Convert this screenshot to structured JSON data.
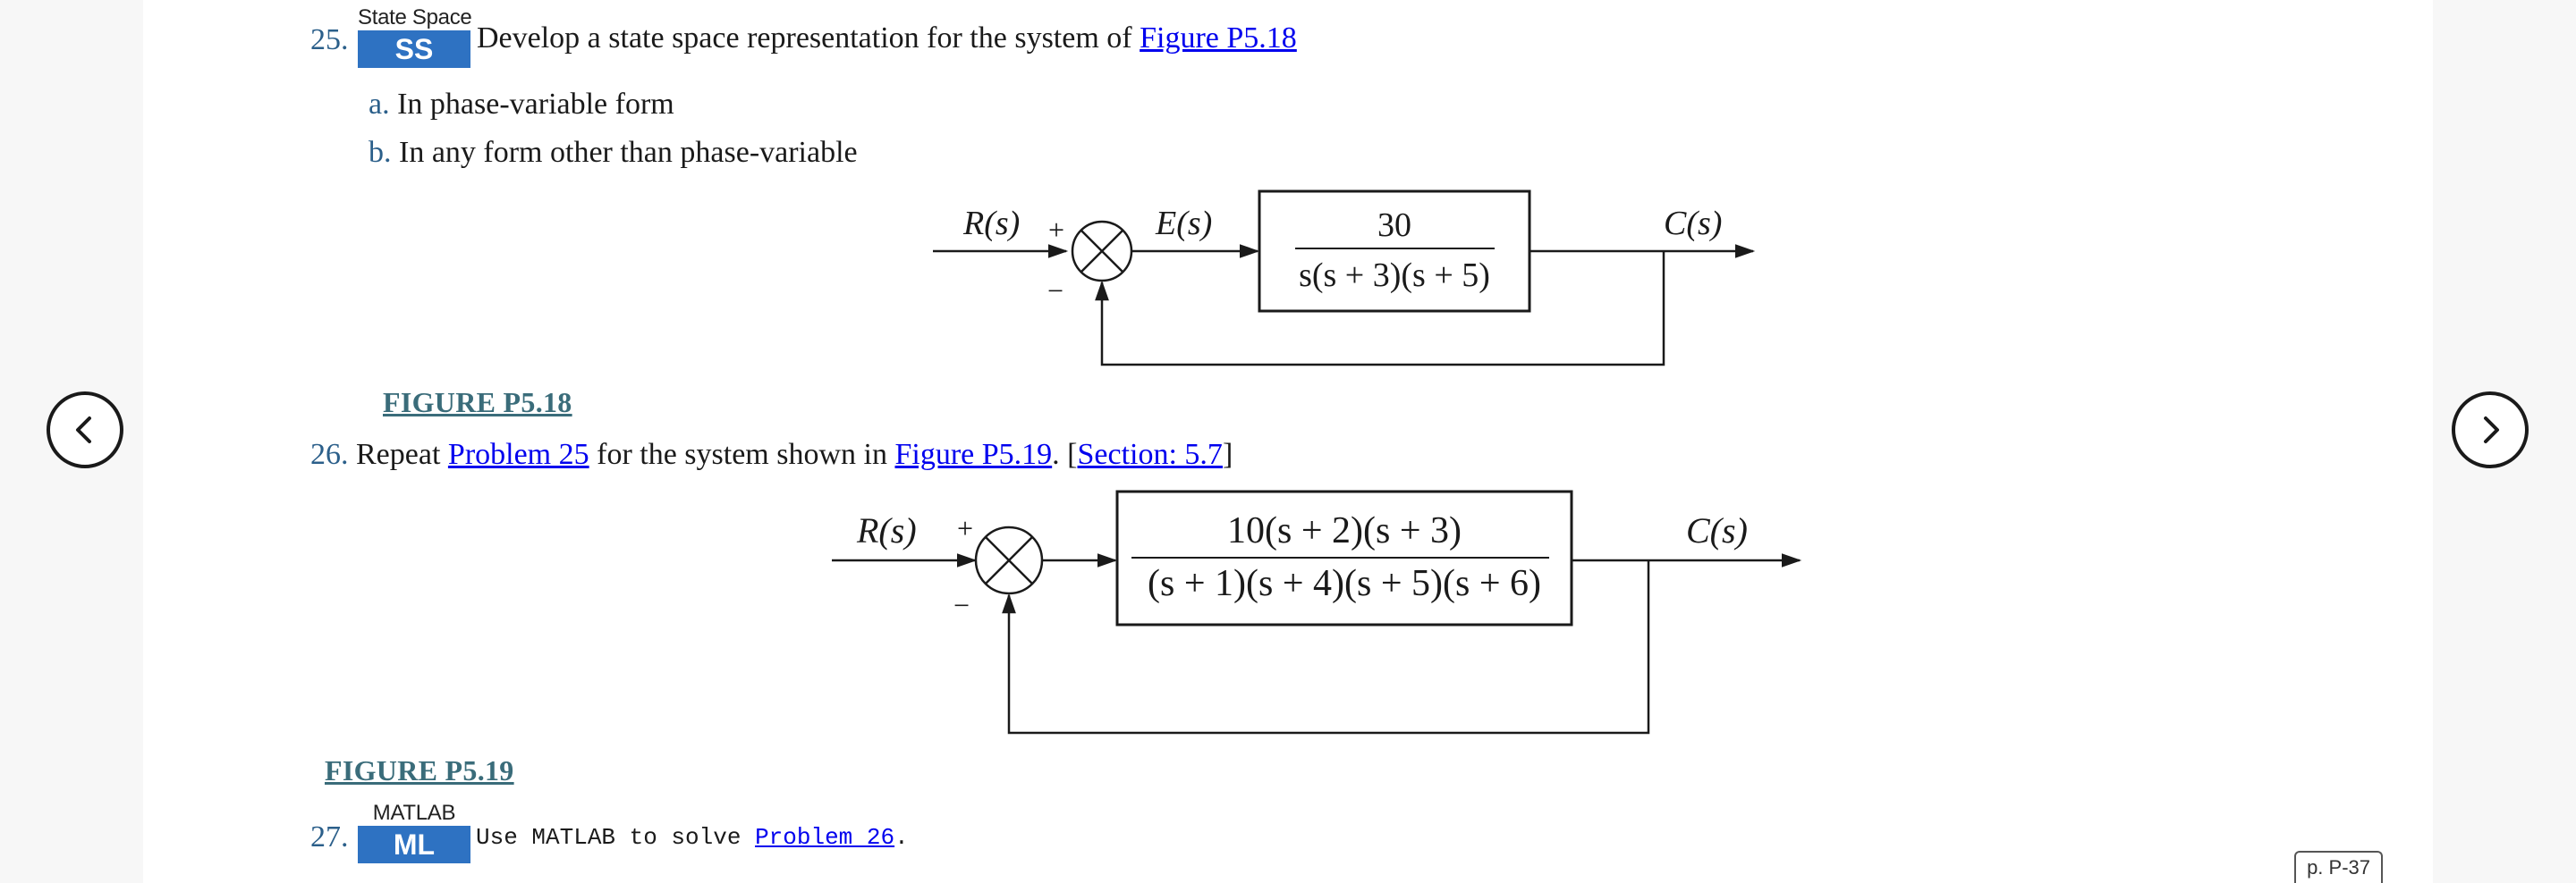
{
  "problem25": {
    "number": "25.",
    "badge_label": "State Space",
    "badge_code": "SS",
    "text": "Develop a state space representation for the system of ",
    "link": "Figure P5.18",
    "part_a_letter": "a.",
    "part_a_text": "In phase-variable form",
    "part_b_letter": "b.",
    "part_b_text": "In any form other than phase-variable"
  },
  "figure_p5_18": {
    "caption": "FIGURE P5.18",
    "input_label": "R(s)",
    "error_label": "E(s)",
    "output_label": "C(s)",
    "plus_sign": "+",
    "minus_sign": "−",
    "numerator": "30",
    "denominator": "s(s + 3)(s + 5)"
  },
  "problem26": {
    "number": "26.",
    "text_1": "Repeat ",
    "link_problem": "Problem 25",
    "text_2": " for the system shown in ",
    "link_figure": "Figure P5.19",
    "text_3": ". [",
    "link_section": "Section: 5.7",
    "text_4": "]"
  },
  "figure_p5_19": {
    "caption": "FIGURE P5.19",
    "input_label": "R(s)",
    "output_label": "C(s)",
    "plus_sign": "+",
    "minus_sign": "−",
    "numerator": "10(s + 2)(s + 3)",
    "denominator": "(s + 1)(s + 4)(s + 5)(s + 6)"
  },
  "problem27": {
    "number": "27.",
    "badge_label": "MATLAB",
    "badge_code": "ML",
    "text": "Use MATLAB to solve ",
    "link": "Problem 26",
    "text_end": "."
  },
  "navigation": {
    "prev_icon": "chevron-left-icon",
    "next_icon": "chevron-right-icon"
  },
  "page_label": "p. P-37",
  "colors": {
    "badge_blue": "#2e72c2",
    "number_blue": "#2b5f8a",
    "caption_teal": "#3a6c7a",
    "link_blue": "#0000ee"
  }
}
